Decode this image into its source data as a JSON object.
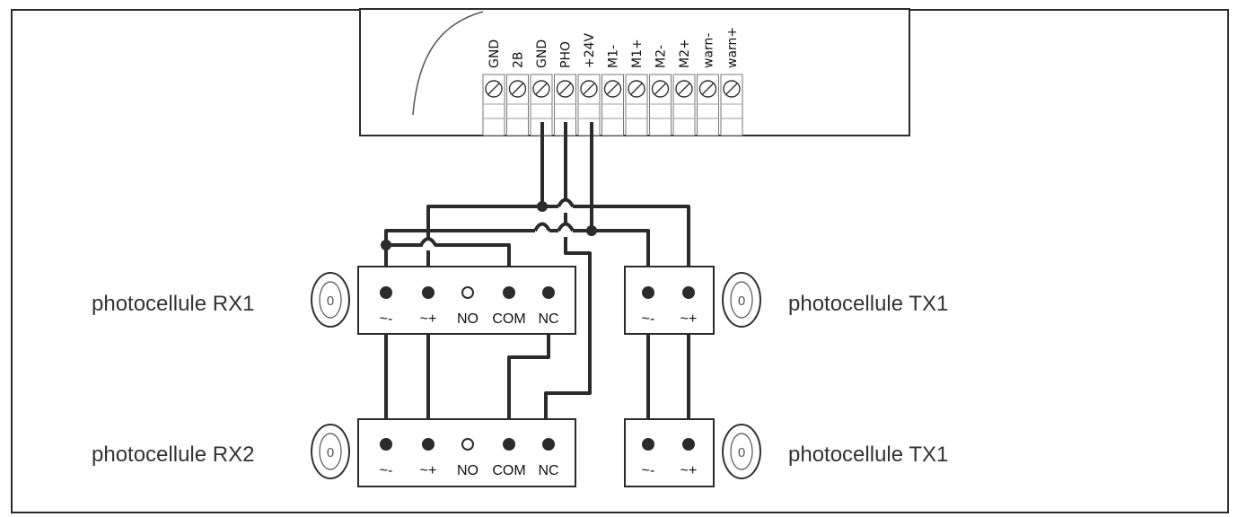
{
  "controller": {
    "terminals": [
      "GND",
      "2B",
      "GND",
      "PHO",
      "+24V",
      "M1-",
      "M1+",
      "M2-",
      "M2+",
      "warn-",
      "warn+"
    ]
  },
  "devices": {
    "rx1": {
      "label": "photocellule RX1",
      "pins": [
        "~-",
        "~+",
        "NO",
        "COM",
        "NC"
      ],
      "lens": "0"
    },
    "tx1": {
      "label": "photocellule TX1",
      "pins": [
        "~-",
        "~+"
      ],
      "lens": "0"
    },
    "rx2": {
      "label": "photocellule RX2",
      "pins": [
        "~-",
        "~+",
        "NO",
        "COM",
        "NC"
      ],
      "lens": "0"
    },
    "tx2": {
      "label": "photocellule TX1",
      "pins": [
        "~-",
        "~+"
      ],
      "lens": "0"
    }
  }
}
